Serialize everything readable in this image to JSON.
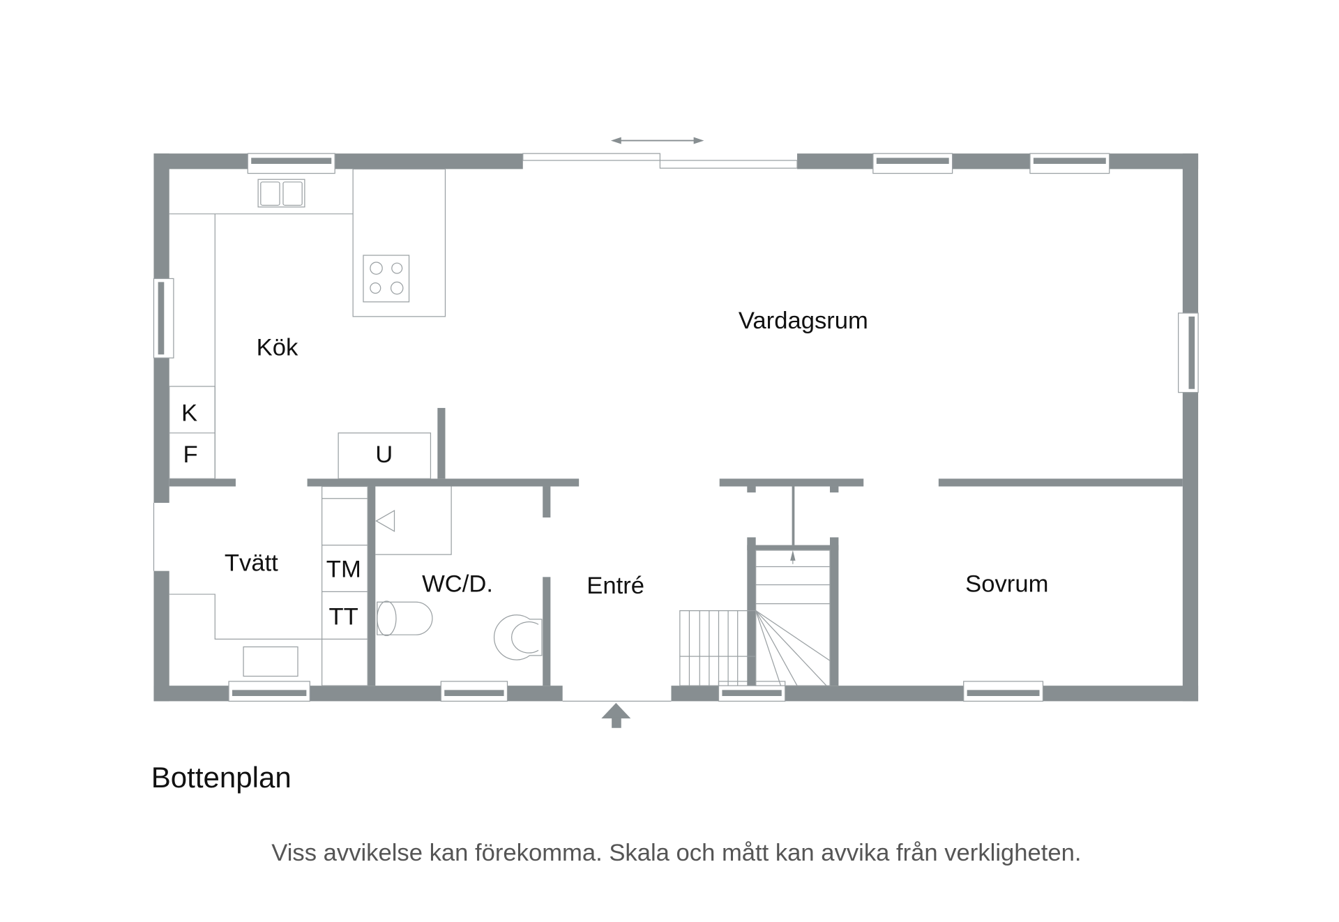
{
  "plan": {
    "title": "Bottenplan",
    "disclaimer": "Viss avvikelse kan förekomma. Skala och mått kan avvika från verkligheten.",
    "wall_color": "#878e91",
    "rooms": {
      "kok": "Kök",
      "vardagsrum": "Vardagsrum",
      "tvatt": "Tvätt",
      "wc": "WC/D.",
      "entre": "Entré",
      "sovrum": "Sovrum"
    },
    "appliances": {
      "k": "K",
      "f": "F",
      "u": "U",
      "tm": "TM",
      "tt": "TT"
    }
  }
}
